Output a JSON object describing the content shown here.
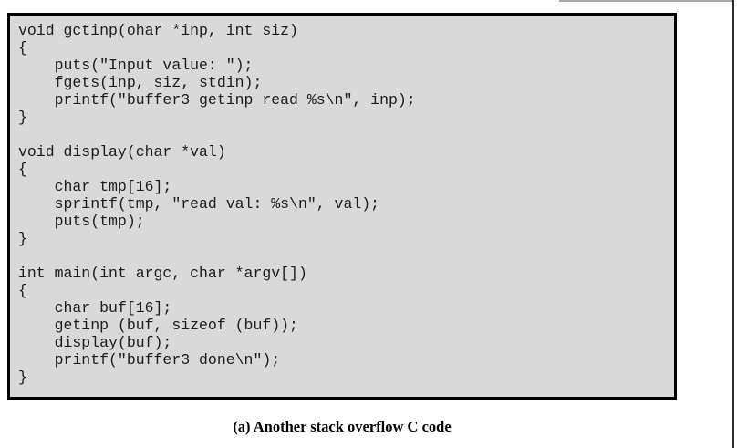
{
  "figure": {
    "code_lines": [
      "void gctinp(ohar *inp, int siz)",
      "{",
      "    puts(\"Input value: \");",
      "    fgets(inp, siz, stdin);",
      "    printf(\"buffer3 getinp read %s\\n\", inp);",
      "}",
      "",
      "void display(char *val)",
      "{",
      "    char tmp[16];",
      "    sprintf(tmp, \"read val: %s\\n\", val);",
      "    puts(tmp);",
      "}",
      "",
      "int main(int argc, char *argv[])",
      "{",
      "    char buf[16];",
      "    getinp (buf, sizeof (buf));",
      "    display(buf);",
      "    printf(\"buffer3 done\\n\");",
      "}"
    ],
    "caption": "(a) Another stack overflow C code"
  },
  "colors": {
    "page_background": "#ffffff",
    "code_box_background": "#d9d9d9",
    "code_box_border": "#000000",
    "code_text": "#1c1c1c",
    "caption_text": "#000000",
    "top_rule": "#a8a8a8",
    "right_rule": "#2e2e2e"
  }
}
